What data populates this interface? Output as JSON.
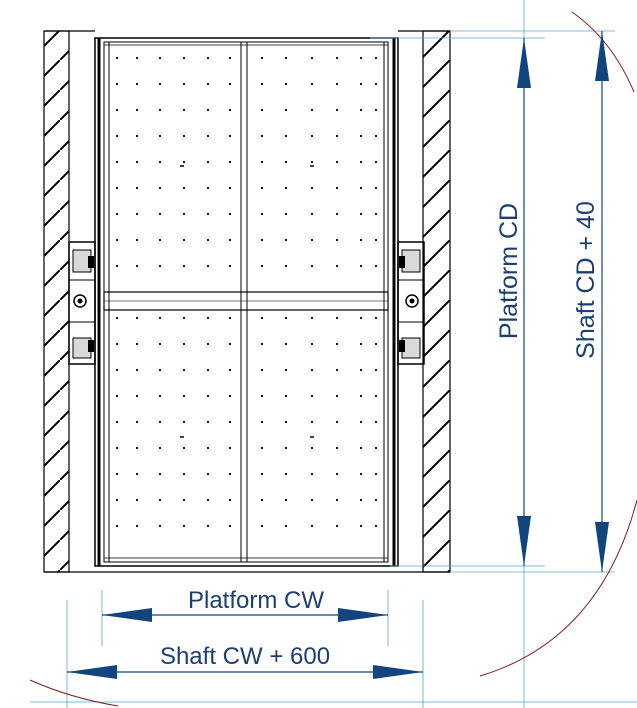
{
  "labels": {
    "platform_cw": "Platform CW",
    "shaft_cw": "Shaft CW + 600",
    "platform_cd": "Platform CD",
    "shaft_cd": "Shaft CD + 40"
  },
  "colors": {
    "dimension": "#12457d",
    "dimension_text": "#1c3f72",
    "guide_line": "#5da7c4",
    "arc": "#7a1f1f",
    "line": "#000000",
    "background": "#ffffff"
  }
}
